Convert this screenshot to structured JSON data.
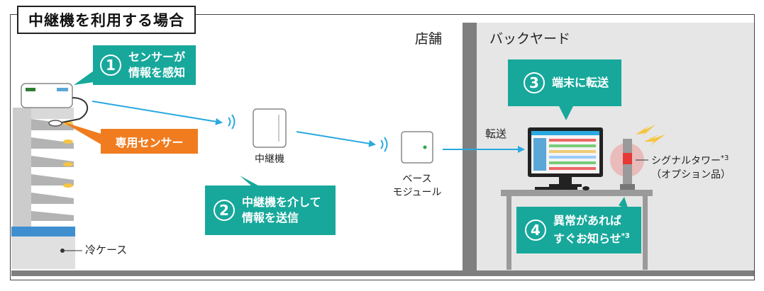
{
  "title": "中継機を利用する場合",
  "zones": {
    "store": "店舗",
    "backyard": "バックヤード"
  },
  "steps": [
    {
      "num": "1",
      "line1": "センサーが",
      "line2": "情報を感知"
    },
    {
      "num": "2",
      "line1": "中継機を介して",
      "line2": "情報を送信"
    },
    {
      "num": "3",
      "line1": "端末に転送",
      "line2": ""
    },
    {
      "num": "4",
      "line1": "異常があれば",
      "line2": "すぐお知らせ",
      "note": "*3"
    }
  ],
  "labels": {
    "dedicated_sensor": "専用センサー",
    "repeater": "中継機",
    "base_line1": "ベース",
    "base_line2": "モジュール",
    "transfer": "転送",
    "cold_case": "冷ケース",
    "signal_line1": "シグナルタワー",
    "signal_note": "*3",
    "signal_line2": "（オプション品）"
  },
  "colors": {
    "teal": "#17a89b",
    "orange": "#f07c1f",
    "arrow": "#29a9e0",
    "wall": "#7f7f7f"
  },
  "icons": [
    "wifi-signal-icon",
    "lightning-icon",
    "numbered-circle-icon"
  ]
}
